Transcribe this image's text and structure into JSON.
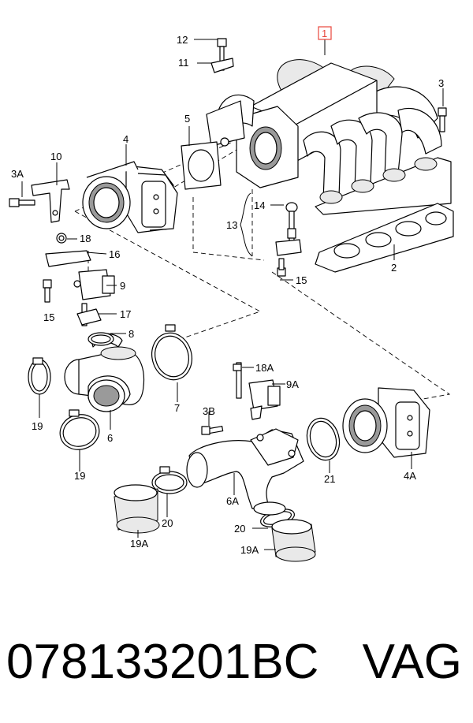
{
  "callouts": {
    "c1": "1",
    "c2": "2",
    "c3": "3",
    "c3a": "3A",
    "c3b": "3B",
    "c4": "4",
    "c4a": "4A",
    "c5": "5",
    "c6": "6",
    "c6a": "6A",
    "c7": "7",
    "c8": "8",
    "c9": "9",
    "c9a": "9A",
    "c10": "10",
    "c11": "11",
    "c12": "12",
    "c13": "13",
    "c14": "14",
    "c15a": "15",
    "c15b": "15",
    "c16": "16",
    "c17": "17",
    "c18": "18",
    "c18a": "18A",
    "c19a": "19",
    "c19b": "19",
    "c19A1": "19A",
    "c19A2": "19A",
    "c20a": "20",
    "c20b": "20",
    "c21": "21"
  },
  "footer": {
    "part_number": "078133201BC",
    "brand": "VAG"
  },
  "colors": {
    "highlight": "#e8473c",
    "ink": "#000000",
    "background": "#ffffff"
  }
}
